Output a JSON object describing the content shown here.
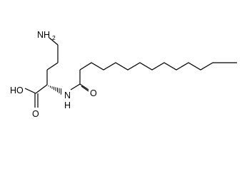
{
  "molecule": {
    "atoms": {
      "amine": "NH",
      "amine_subscript": "2",
      "hydroxyl": "HO",
      "acid_carbonyl_oxygen": "O",
      "amide_nitrogen": "N",
      "amide_hydrogen": "H",
      "amide_carbonyl_oxygen": "O"
    },
    "colors": {
      "bond": "#000000",
      "label": "#000000",
      "background": "#ffffff"
    }
  }
}
